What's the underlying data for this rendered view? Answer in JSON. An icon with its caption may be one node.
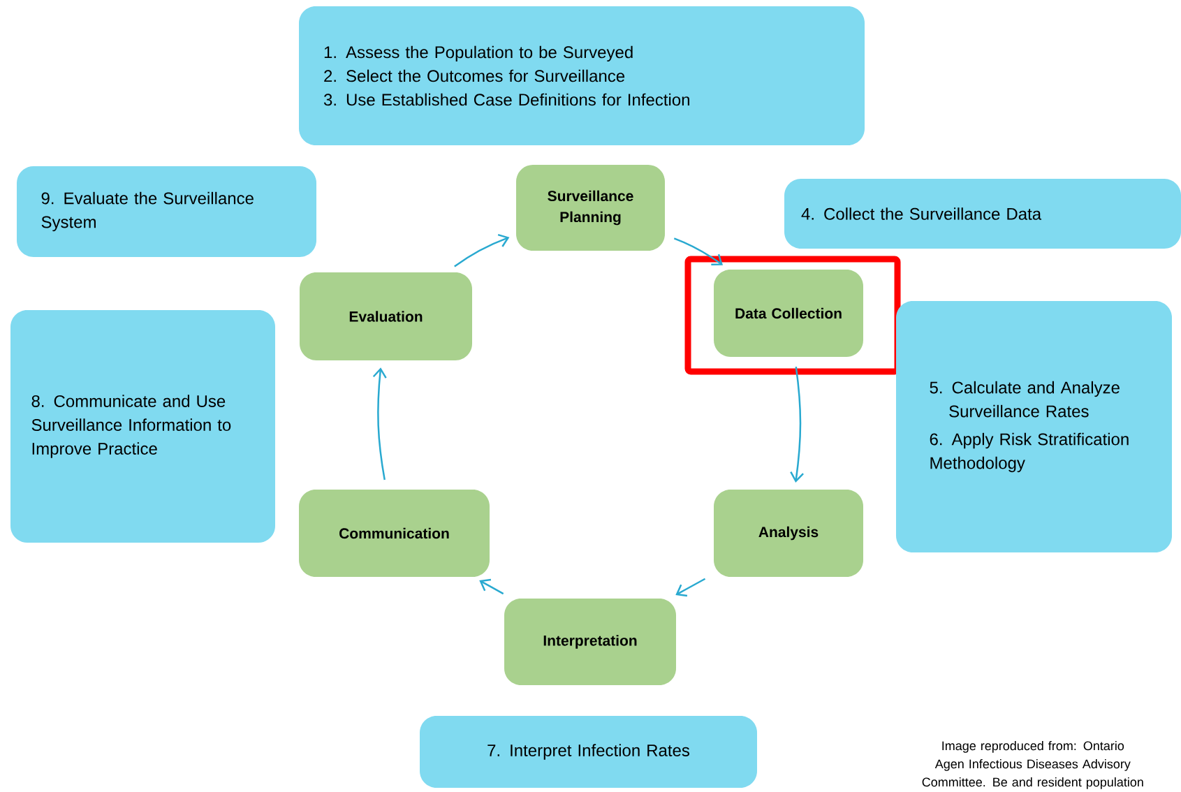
{
  "diagram": {
    "nodes": [
      {
        "text": [
          "1. Assess the Population to be Surveyed",
          "2. Select the Outcomes for Surveillance",
          "3. Use Established Case Definitions for Infection"
        ]
      },
      {
        "text": [
          "9. Evaluate the Surveillance System"
        ]
      },
      {
        "text": [
          "Surveillance Planning"
        ]
      },
      {
        "text": [
          "4. Collect the Surveillance Data"
        ]
      },
      {
        "text": [
          "Evaluation"
        ]
      },
      {
        "text": [
          "Data Collection"
        ]
      },
      {
        "text": [
          "8. Communicate and Use Surveillance Information to Improve Practice"
        ]
      },
      {
        "text": [
          "5. Calculate and Analyze Surveillance Rates",
          "6. Apply Risk Stratification Methodology"
        ]
      },
      {
        "text": [
          "Communication"
        ]
      },
      {
        "text": [
          "Analysis"
        ]
      },
      {
        "text": [
          "Interpretation"
        ]
      },
      {
        "text": [
          "7. Interpret Infection Rates"
        ]
      }
    ],
    "edges": [
      {
        "from": 2,
        "to": 5,
        "arrow": "to"
      },
      {
        "from": 5,
        "to": 9,
        "arrow": "to"
      },
      {
        "from": 9,
        "to": 10,
        "arrow": "to"
      },
      {
        "from": 10,
        "to": 8,
        "arrow": "to"
      },
      {
        "from": 8,
        "to": 4,
        "arrow": "to"
      },
      {
        "from": 4,
        "to": 2,
        "arrow": "to"
      }
    ],
    "labels": [
      "Image reproduced from: Ontario Agen Infectious Diseases Advisory Committee. Be and resident population"
    ]
  }
}
